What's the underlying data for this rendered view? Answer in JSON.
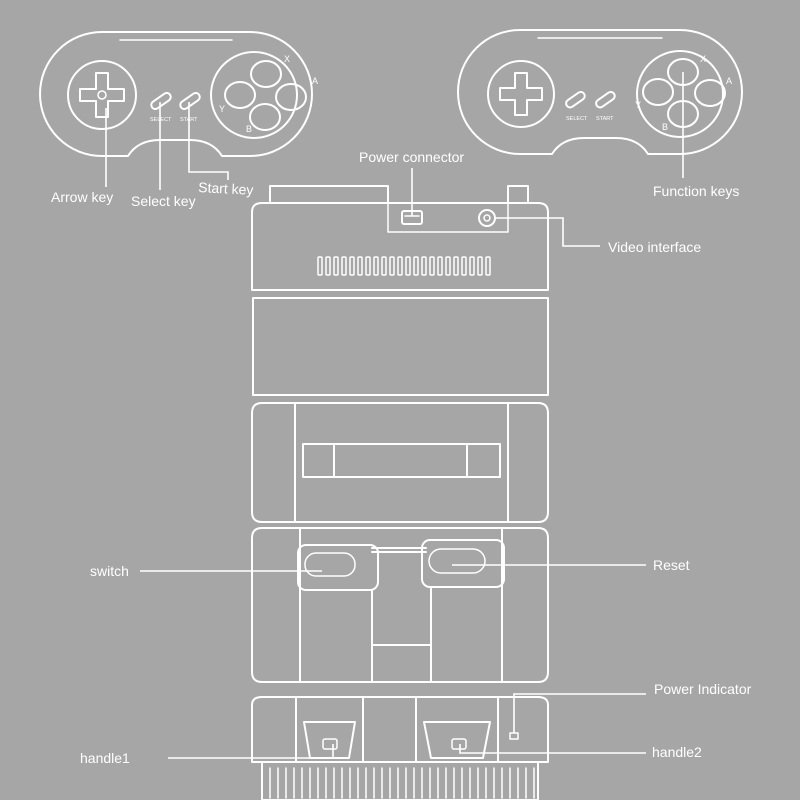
{
  "colors": {
    "background": "#a6a6a6",
    "line": "#ffffff"
  },
  "controller": {
    "select_text": "SELECT",
    "start_text": "START",
    "buttons": {
      "x": "X",
      "a": "A",
      "y": "Y",
      "b": "B"
    }
  },
  "labels": {
    "arrow_key": "Arrow key",
    "select_key": "Select key",
    "start_key": "Start key",
    "power_connector": "Power connector",
    "function_keys": "Function keys",
    "video_interface": "Video interface",
    "switch": "switch",
    "reset": "Reset",
    "power_indicator": "Power Indicator",
    "handle1": "handle1",
    "handle2": "handle2"
  }
}
